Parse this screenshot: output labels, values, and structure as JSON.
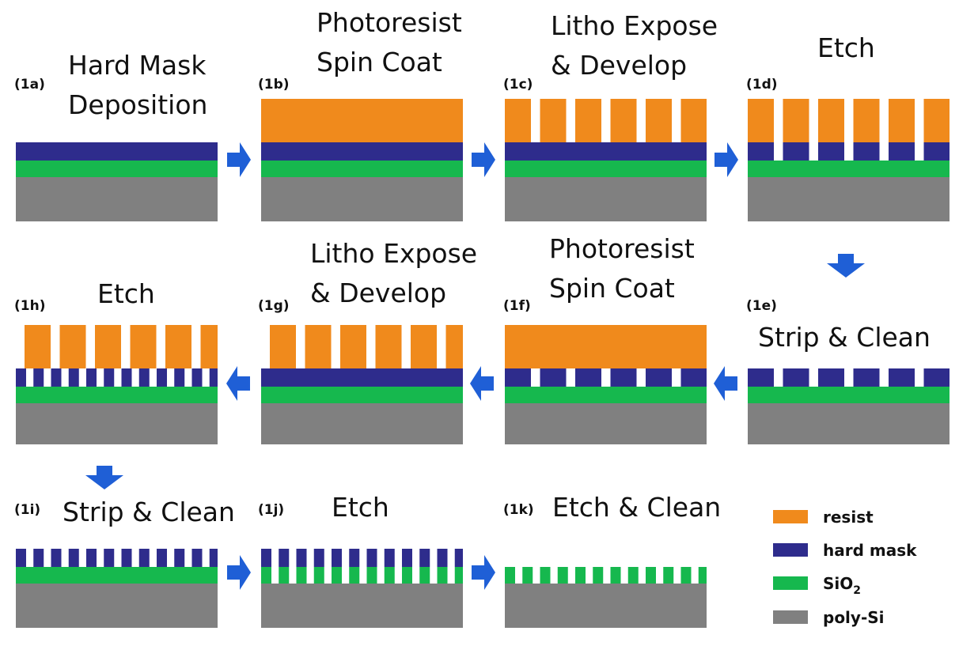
{
  "colors": {
    "resist": "#f08a1c",
    "hard_mask": "#2e2c8c",
    "sio2": "#16b84e",
    "poly_si": "#808080",
    "arrow": "#1f5fd6"
  },
  "steps": [
    {
      "id": "1a",
      "tag": "(1a)",
      "title": [
        "Hard Mask",
        "Deposition"
      ]
    },
    {
      "id": "1b",
      "tag": "(1b)",
      "title": [
        "Photoresist",
        "Spin Coat"
      ]
    },
    {
      "id": "1c",
      "tag": "(1c)",
      "title": [
        "Litho Expose",
        "& Develop"
      ]
    },
    {
      "id": "1d",
      "tag": "(1d)",
      "title": [
        "Etch"
      ]
    },
    {
      "id": "1e",
      "tag": "(1e)",
      "title": [
        "Strip & Clean"
      ]
    },
    {
      "id": "1f",
      "tag": "(1f)",
      "title": [
        "Photoresist",
        "Spin Coat"
      ]
    },
    {
      "id": "1g",
      "tag": "(1g)",
      "title": [
        "Litho Expose",
        "& Develop"
      ]
    },
    {
      "id": "1h",
      "tag": "(1h)",
      "title": [
        "Etch"
      ]
    },
    {
      "id": "1i",
      "tag": "(1i)",
      "title": [
        "Strip & Clean"
      ]
    },
    {
      "id": "1j",
      "tag": "(1j)",
      "title": [
        "Etch"
      ]
    },
    {
      "id": "1k",
      "tag": "(1k)",
      "title": [
        "Etch & Clean"
      ]
    }
  ],
  "legend": [
    {
      "key": "resist",
      "label": "resist"
    },
    {
      "key": "hard_mask",
      "label": "hard mask"
    },
    {
      "key": "sio2",
      "label": "SiO",
      "sub": "2"
    },
    {
      "key": "poly_si",
      "label": "poly-Si"
    }
  ]
}
